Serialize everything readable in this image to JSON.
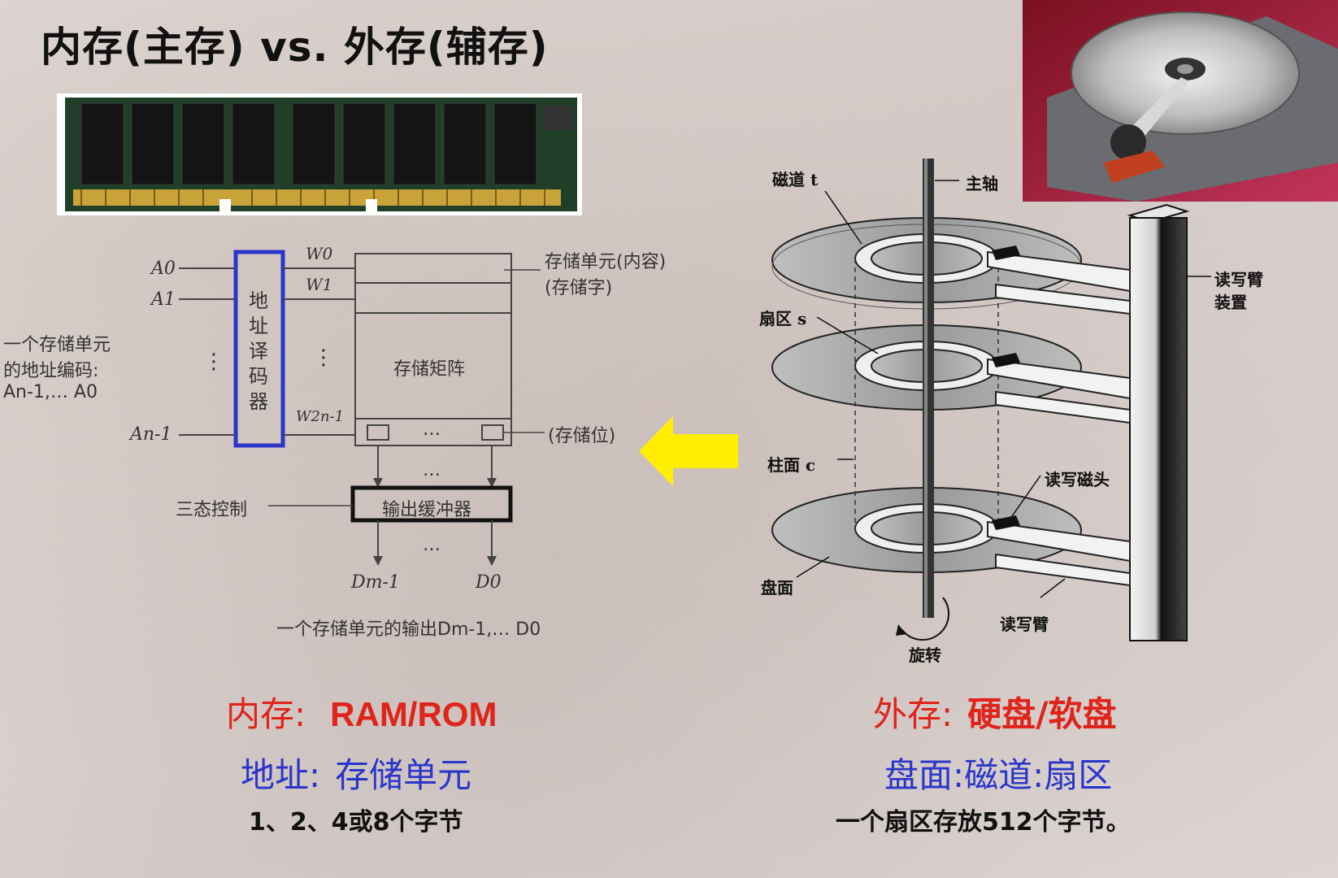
{
  "title": "内存(主存) vs. 外存(辅存)",
  "ram_photo": {
    "alt": "memory-module-photo"
  },
  "hdd_photo": {
    "alt": "hard-disk-photo"
  },
  "memory_diagram": {
    "addr_lines": [
      "A0",
      "A1",
      "An-1"
    ],
    "addr_caption": [
      "一个存储单元",
      "的地址编码:",
      "An-1,… A0"
    ],
    "decoder_label": "地址译码器",
    "word_lines": [
      "W0",
      "W1",
      "W2n-1"
    ],
    "cell_label": "存储单元(内容)",
    "cell_label2": "(存储字)",
    "matrix_label": "存储矩阵",
    "bit_label": "(存储位)",
    "tri_state": "三态控制",
    "buffer": "输出缓冲器",
    "out_lines": [
      "Dm-1",
      "D0"
    ],
    "out_caption": "一个存储单元的输出Dm-1,… D0",
    "dots": "…",
    "vdots": "⋮"
  },
  "disk_diagram": {
    "track": "磁道 t",
    "spindle": "主轴",
    "sector": "扇区 s",
    "arm_assembly": "读写臂装置",
    "cylinder": "柱面 c",
    "head": "读写磁头",
    "platter": "盘面",
    "arm": "读写臂",
    "rotate": "旋转"
  },
  "left_summary": {
    "line1_prefix": "内存:",
    "line1_value": "RAM/ROM",
    "line2_prefix": "地址:",
    "line2_value": "存储单元",
    "line3": "1、2、4或8个字节"
  },
  "right_summary": {
    "line1_prefix": "外存:",
    "line1_value": "硬盘/软盘",
    "line2": "盘面:磁道:扇区",
    "line3": "一个扇区存放512个字节。"
  },
  "colors": {
    "accent_red": "#e0231b",
    "accent_blue": "#2b35c9",
    "arrow_yellow": "#ffee00"
  }
}
